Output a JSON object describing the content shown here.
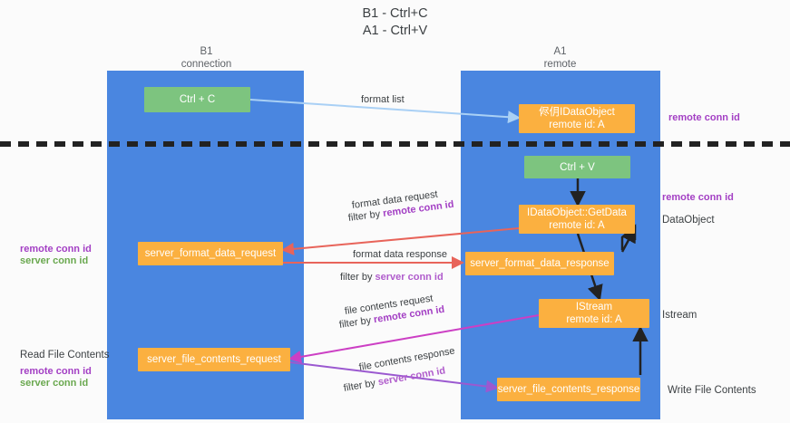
{
  "title": "B1 - Ctrl+C\nA1 - Ctrl+V",
  "columns": {
    "left": "B1\nconnection",
    "right": "A1\nremote"
  },
  "boxes": {
    "ctrl_c": "Ctrl + C",
    "ctrl_v": "Ctrl + V",
    "idataobject": "侭仴IDataObject\nremote id: A",
    "getdata": "IDataObject::GetData\nremote id: A",
    "istream": "IStream\nremote id: A",
    "server_format_data_request": "server_format_data_request",
    "server_format_data_response": "server_format_data_response",
    "server_file_contents_request": "server_file_contents_request",
    "server_file_contents_response": "server_file_contents_response"
  },
  "edge_labels": {
    "format_list": "format list",
    "format_data_request": "format data request",
    "format_data_request_filter_prefix": "filter by ",
    "format_data_request_filter_key": "remote conn id",
    "format_data_response": "format data response",
    "format_data_response_filter_prefix": "filter by ",
    "format_data_response_filter_key": "server conn id",
    "file_contents_request": "file contents request",
    "file_contents_request_filter_prefix": "filter by ",
    "file_contents_request_filter_key": "remote conn id",
    "file_contents_response": "file contents response",
    "file_contents_response_filter_prefix": "filter by ",
    "file_contents_response_filter_key": "server conn id"
  },
  "right_labels": {
    "remote_conn_id_top": "remote conn id",
    "remote_conn_id_mid": "remote conn id",
    "dataobject": "DataObject",
    "istream": "Istream",
    "write_file_contents": "Write File Contents"
  },
  "left_labels": {
    "remote_conn_id_mid": "remote conn id",
    "server_conn_id_mid": "server conn id",
    "read_file_contents": "Read File Contents",
    "remote_conn_id_bottom": "remote conn id",
    "server_conn_id_bottom": "server conn id"
  },
  "colors": {
    "lane": "#4a86e0",
    "green_box": "#7dc47f",
    "orange_box": "#fcb040",
    "purple_text": "#a33fc4",
    "green_text": "#6aa84f",
    "arrow_blue": "#a9d0f5",
    "arrow_red": "#e8645a",
    "arrow_magenta": "#cc3fc4",
    "arrow_purple": "#9b59d0",
    "arrow_dark": "#222222",
    "divider": "#222222"
  }
}
